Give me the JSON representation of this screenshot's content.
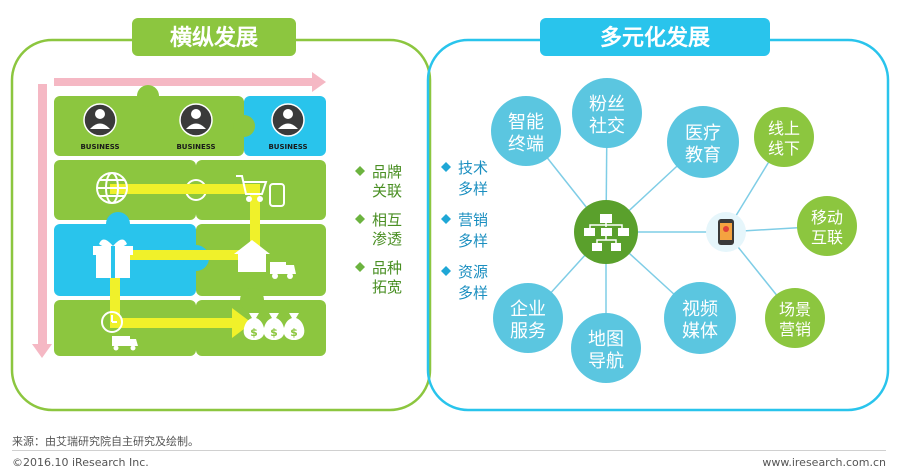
{
  "left_panel": {
    "title": "横纵发展",
    "business_labels": [
      "BUSINESS",
      "BUSINESS",
      "BUSINESS"
    ],
    "price_symbol": "$",
    "colors": {
      "green": "#8cc63f",
      "blue": "#29c4ec",
      "yellow": "#f0f12a",
      "pink_arrow": "#f5b8c4",
      "border": "#8cc63f"
    }
  },
  "right_panel": {
    "title": "多元化发展",
    "colors": {
      "border": "#29c4ec",
      "title_bg": "#29c4ec",
      "hub": "#5aa02c",
      "node_green": "#8cc63f",
      "node_blue": "#5bc6e0"
    },
    "hub_icon": "flowchart-icon",
    "phone_icon": "smartphone-icon",
    "nodes": [
      {
        "id": "smart",
        "label_line1": "智能",
        "label_line2": "终端",
        "color": "blue"
      },
      {
        "id": "social",
        "label_line1": "粉丝",
        "label_line2": "社交",
        "color": "blue"
      },
      {
        "id": "medical",
        "label_line1": "医疗",
        "label_line2": "教育",
        "color": "blue"
      },
      {
        "id": "online",
        "label_line1": "线上",
        "label_line2": "线下",
        "color": "green"
      },
      {
        "id": "mobile",
        "label_line1": "移动",
        "label_line2": "互联",
        "color": "green"
      },
      {
        "id": "scene",
        "label_line1": "场景",
        "label_line2": "营销",
        "color": "green"
      },
      {
        "id": "video",
        "label_line1": "视频",
        "label_line2": "媒体",
        "color": "blue"
      },
      {
        "id": "map",
        "label_line1": "地图",
        "label_line2": "导航",
        "color": "blue"
      },
      {
        "id": "enterprise",
        "label_line1": "企业",
        "label_line2": "服务",
        "color": "blue"
      }
    ]
  },
  "center_left_bullets": [
    {
      "line1": "品牌",
      "line2": "关联"
    },
    {
      "line1": "相互",
      "line2": "渗透"
    },
    {
      "line1": "品种",
      "line2": "拓宽"
    }
  ],
  "center_right_bullets": [
    {
      "line1": "技术",
      "line2": "多样"
    },
    {
      "line1": "营销",
      "line2": "多样"
    },
    {
      "line1": "资源",
      "line2": "多样"
    }
  ],
  "footer": {
    "source": "来源：由艾瑞研究院自主研究及绘制。",
    "copyright": "©2016.10 iResearch Inc.",
    "site": "www.iresearch.com.cn"
  }
}
